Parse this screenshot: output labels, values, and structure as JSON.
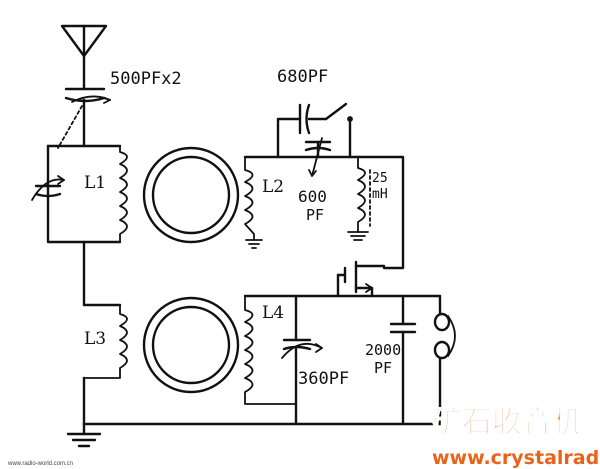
{
  "labels": {
    "antenna_cap": "500PFx2",
    "top_cap": "680PF",
    "mid_cap_value": "600",
    "mid_cap_unit": "PF",
    "choke_value": "25",
    "choke_unit": "mH",
    "tune_cap": "360PF",
    "bypass_cap_value": "2000",
    "bypass_cap_unit": "PF",
    "coil_L1": "L1",
    "coil_L2": "L2",
    "coil_L3": "L3",
    "coil_L4": "L4"
  },
  "watermark": {
    "title_cn": "矿石收音机",
    "site": "www.crystalradio.cn",
    "small_site": "www.radio-world.com.cn"
  },
  "colors": {
    "ink": "#111111",
    "brand_orange": "#e8641a",
    "background": "#ffffff"
  }
}
